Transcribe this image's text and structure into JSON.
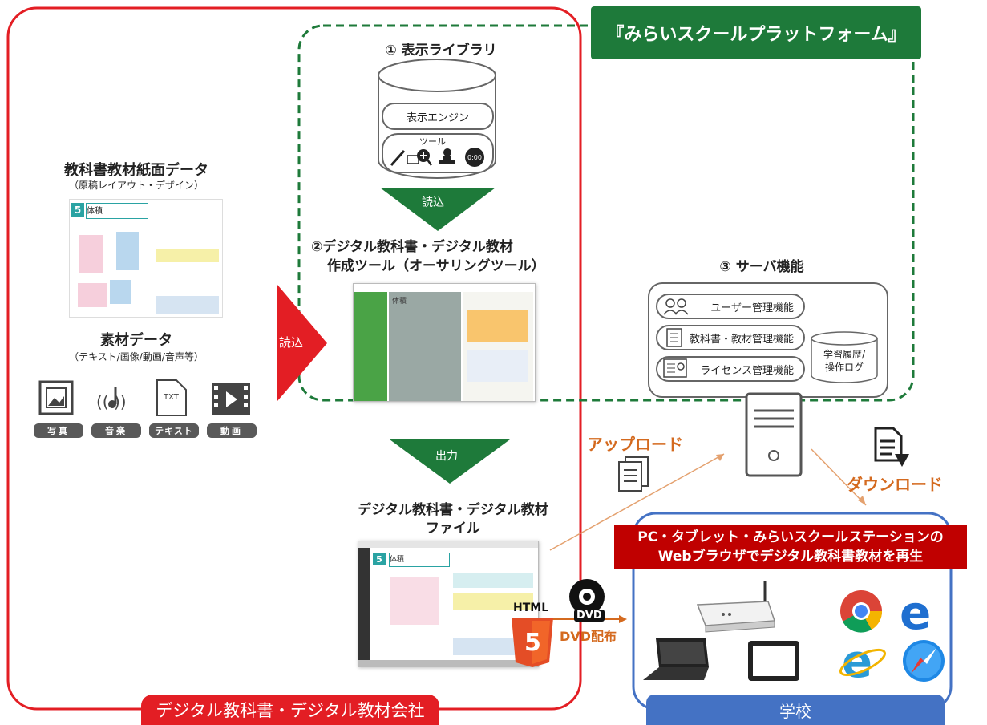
{
  "platform_banner": "『みらいスクールプラットフォーム』",
  "section1": {
    "title": "① 表示ライブラリ",
    "engine_label": "表示エンジン",
    "tools_label": "ツール",
    "timer_label": "0:00"
  },
  "read_arrow_1": "読込",
  "section2": {
    "title_line1": "②デジタル教科書・デジタル教材",
    "title_line2": "作成ツール（オーサリングツール）",
    "thumb_heading": "体積"
  },
  "output_arrow": "出力",
  "output_file": {
    "title_line1": "デジタル教科書・デジタル教材",
    "title_line2": "ファイル",
    "thumb_number": "5",
    "thumb_heading": "体積"
  },
  "left_panel": {
    "page_data_title": "教科書教材紙面データ",
    "page_data_sub": "（原稿レイアウト・デザイン）",
    "thumb_number": "5",
    "thumb_heading": "体積",
    "material_title": "素材データ",
    "material_sub": "（テキスト/画像/動画/音声等）",
    "txt_icon_label": "TXT",
    "media": [
      "写真",
      "音楽",
      "テキスト",
      "動画"
    ]
  },
  "read_arrow_2": "読込",
  "section3": {
    "title": "③ サーバ機能",
    "features": [
      "ユーザー管理機能",
      "教科書・教材管理機能",
      "ライセンス管理機能"
    ],
    "db_line1": "学習履歴/",
    "db_line2": "操作ログ"
  },
  "upload_label": "アップロード",
  "download_label": "ダウンロード",
  "school": {
    "heading_line1": "PC・タブレット・みらいスクールステーションの",
    "heading_line2": "Webブラウザでデジタル教科書教材を再生",
    "footer": "学校"
  },
  "html5_label": "HTML",
  "html5_number": "5",
  "dvd_label": "DVD",
  "dvd_dist_label": "DVD配布",
  "company_banner": "デジタル教科書・デジタル教材会社",
  "colors": {
    "company_red": "#e31e24",
    "platform_green": "#1e7a3a",
    "school_blue": "#4472c4",
    "school_heading_red": "#c00000",
    "flow_orange": "#d46a1f"
  }
}
